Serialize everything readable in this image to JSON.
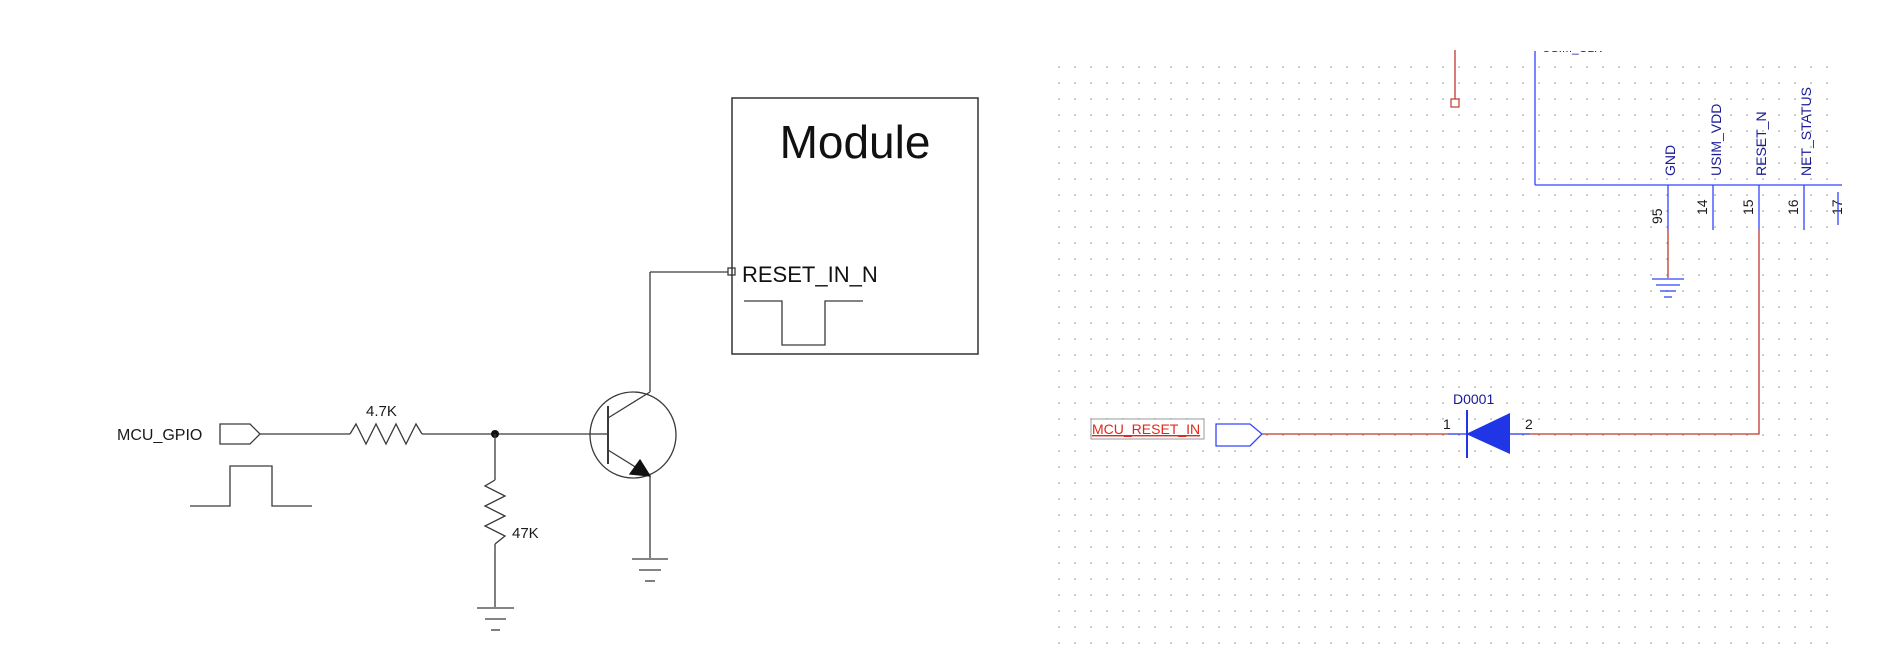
{
  "left": {
    "gpio_label": "MCU_GPIO",
    "r1_value": "4.7K",
    "r2_value": "47K",
    "module_title": "Module",
    "pin_label": "RESET_IN_N"
  },
  "right": {
    "netport_label": "MCU_RESET_IN",
    "diode_ref": "D0001",
    "diode_pin1": "1",
    "diode_pin2": "2",
    "top_net_fragment": "USIM_CLK",
    "pins": [
      {
        "name": "GND",
        "number": "95"
      },
      {
        "name": "USIM_VDD",
        "number": "14"
      },
      {
        "name": "RESET_N",
        "number": "15"
      },
      {
        "name": "NET_STATUS",
        "number": "16"
      },
      {
        "name": "",
        "number": "17"
      }
    ]
  },
  "colors": {
    "wire_black": "#3a3a3a",
    "wire_red": "#c0392b",
    "wire_blue": "#3344ff",
    "diode_blue": "#1f35e6",
    "text_red": "#e0281a",
    "text_navy": "#1a1a99",
    "grid_dot": "#bfbfbf"
  }
}
